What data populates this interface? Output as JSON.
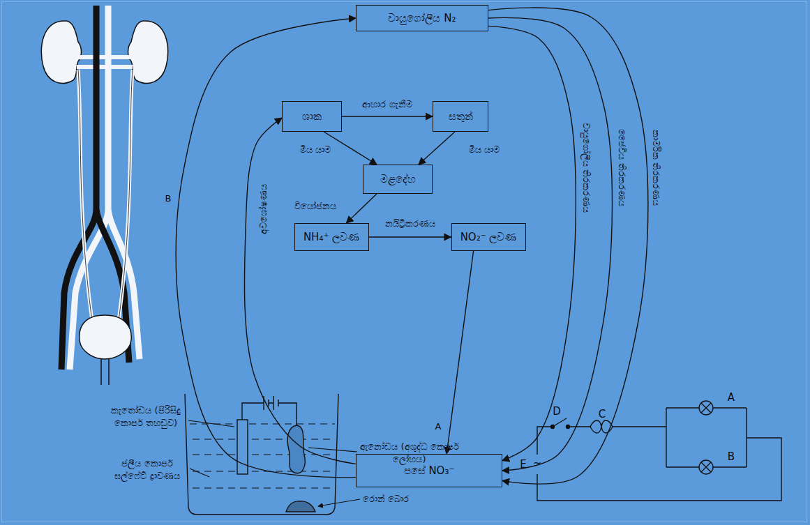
{
  "diagram": {
    "nodes": [
      {
        "text": [
          "වායුගෝලීය N₂"
        ]
      },
      {
        "text": [
          "ශාක"
        ]
      },
      {
        "text": [
          "සතුන්"
        ]
      },
      {
        "text": [
          "මළදේහ"
        ]
      },
      {
        "text": [
          "NH₄⁺ ලවණ"
        ]
      },
      {
        "text": [
          "NO₂⁻ ලවණ"
        ]
      },
      {
        "text": [
          "පසේ NO₃⁻"
        ]
      }
    ],
    "edges": [
      {
        "from": 1,
        "to": 2,
        "arrow": "to",
        "label": "ආහාර ගැනීම"
      },
      {
        "from": 1,
        "to": 3,
        "arrow": "to",
        "label": "මිය යාම"
      },
      {
        "from": 2,
        "to": 3,
        "arrow": "to",
        "label": "මිය යාම"
      },
      {
        "from": 3,
        "to": 4,
        "arrow": "to",
        "label": "වියෝජනය"
      },
      {
        "from": 4,
        "to": 5,
        "arrow": "to",
        "label": "නයිට්‍රීකරණය"
      },
      {
        "from": 5,
        "to": 6,
        "arrow": "to",
        "label": "A"
      },
      {
        "from": 6,
        "to": 1,
        "arrow": "to",
        "label": "අවශෝෂණය"
      },
      {
        "from": 6,
        "to": 0,
        "arrow": "to",
        "label": "B"
      },
      {
        "from": 0,
        "to": 6,
        "arrow": "to",
        "label": "වායුගෝලීය තිරකරණය"
      },
      {
        "from": 0,
        "to": 6,
        "arrow": "to",
        "label": "ජෛවීය තිරකරණය"
      },
      {
        "from": 0,
        "to": 6,
        "arrow": "to",
        "label": "කාර්මික තිරකරණය"
      }
    ],
    "labels": [
      "කැතෝඩය (පිරිසිදු කොපර් තහඩුව)",
      "ජලීය කොපර් සල්ෆේට් ද්‍රාවණය",
      "ඇනෝඩය (අශුද්ධ කොපර් ලෝහය)",
      "රොන් බොර",
      "D",
      "C",
      "A",
      "B",
      "E",
      "~"
    ]
  }
}
